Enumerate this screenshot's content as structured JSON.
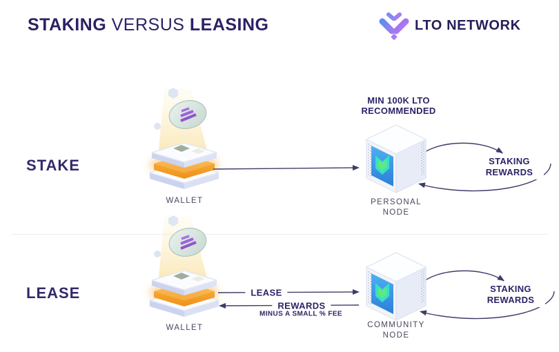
{
  "header": {
    "title_part_bold1": "STAKING",
    "title_part_regular": "VERSUS",
    "title_part_bold2": "LEASING",
    "logo_text": "LTO NETWORK"
  },
  "stake_row": {
    "label": "STAKE",
    "wallet_label": "WALLET",
    "node_note_line1": "MIN 100K LTO",
    "node_note_line2": "RECOMMENDED",
    "node_label_line1": "PERSONAL",
    "node_label_line2": "NODE",
    "loop_label_line1": "STAKING",
    "loop_label_line2": "REWARDS"
  },
  "lease_row": {
    "label": "LEASE",
    "wallet_label": "WALLET",
    "arrow_out_label": "LEASE",
    "arrow_back_label": "REWARDS",
    "arrow_back_note": "MINUS A SMALL % FEE",
    "node_label_line1": "COMMUNITY",
    "node_label_line2": "NODE",
    "loop_label_line1": "STAKING",
    "loop_label_line2": "REWARDS"
  },
  "icons": {
    "logo_icon": "lto-network-logo-icon",
    "wallet_illustration": "wallet-isometric-illustration",
    "node_illustration": "server-node-cube-illustration"
  },
  "colors": {
    "heading_navy": "#2b2465",
    "label_gray": "#47475f",
    "arrow_stroke": "#3e3c68",
    "wallet_orange": "#f5a93c",
    "node_panel_blue": "#3795e5",
    "node_chevron_teal": "#38e0c6",
    "node_chevron_green": "#5fe97e",
    "logo_gradient_start": "#5f8cf5",
    "logo_gradient_end": "#b47df2",
    "divider": "#ececf1"
  }
}
